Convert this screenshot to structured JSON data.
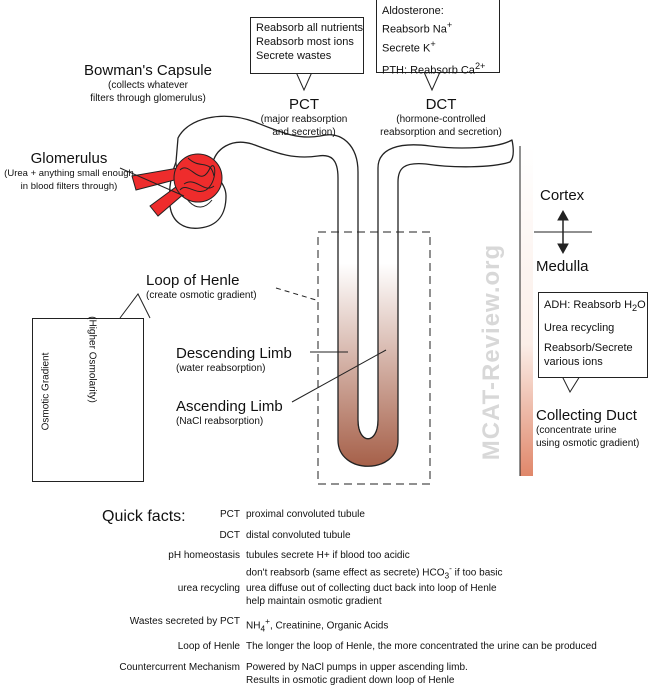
{
  "colors": {
    "tubule_top": "#ffffff",
    "tubule_bottom": "#a66049",
    "glomerulus": "#ee2c2c",
    "duct_bottom": "#e0876a",
    "watermark": "#d8d8d8"
  },
  "bowman": {
    "title": "Bowman's Capsule",
    "desc1": "(collects whatever",
    "desc2": "filters through glomerulus)"
  },
  "glomerulus": {
    "title": "Glomerulus",
    "desc1": "(Urea + anything small enough",
    "desc2": "in blood filters through)"
  },
  "pct_box": {
    "l1": "Reabsorb all nutrients",
    "l2": "Reabsorb most ions",
    "l3": "Secrete wastes"
  },
  "pct": {
    "title": "PCT",
    "desc1": "(major reabsorption",
    "desc2": "and secretion)"
  },
  "dct_box": {
    "l1": "Aldosterone:",
    "l2": "Reabsorb Na",
    "l2sup": "+",
    "l3": "Secrete K",
    "l3sup": "+",
    "l4": "PTH: Reabsorb Ca",
    "l4sup": "2+"
  },
  "dct": {
    "title": "DCT",
    "desc1": "(hormone-controlled",
    "desc2": "reabsorption and secretion)"
  },
  "cortex": "Cortex",
  "medulla": "Medulla",
  "loop": {
    "title": "Loop of Henle",
    "desc": "(create osmotic gradient)"
  },
  "osmotic": {
    "label1": "Osmotic Gradient",
    "label2": "(Higher Osmolarity)"
  },
  "descending": {
    "title": "Descending Limb",
    "desc": "(water reabsorption)"
  },
  "ascending": {
    "title": "Ascending Limb",
    "desc": "(NaCl reabsorption)"
  },
  "watermark": "MCAT-Review.org",
  "adh_box": {
    "l1": "ADH: Reabsorb H",
    "l1sub": "2",
    "l1end": "O",
    "l2": "Urea recycling",
    "l3": "Reabsorb/Secrete",
    "l4": "various ions"
  },
  "collecting": {
    "title": "Collecting Duct",
    "desc1": "(concentrate urine",
    "desc2": "using osmotic gradient)"
  },
  "quick_facts": {
    "title": "Quick facts:",
    "rows": [
      {
        "key": "PCT",
        "line1": "proximal convoluted tubule"
      },
      {
        "key": "DCT",
        "line1": "distal convoluted tubule"
      },
      {
        "key": "pH homeostasis",
        "line1": "tubules secrete H+ if blood too acidic",
        "line2a": "don't reabsorb (same effect as secrete) HCO",
        "line2sub": "3",
        "line2sup": "-",
        "line2b": " if too basic"
      },
      {
        "key": "urea recycling",
        "line1": "urea diffuse out of collecting duct back into loop of Henle",
        "line2": "help maintain osmotic gradient"
      },
      {
        "key": "Wastes secreted by PCT",
        "line1a": "NH",
        "line1sub": "4",
        "line1sup": "+",
        "line1b": ", Creatinine, Organic Acids"
      },
      {
        "key": "Loop of Henle",
        "line1": "The longer the loop of Henle, the more concentrated the urine can be produced"
      },
      {
        "key": "Countercurrent Mechanism",
        "line1": "Powered by NaCl pumps in upper ascending limb.",
        "line2": "Results in osmotic gradient down loop of Henle"
      }
    ]
  }
}
